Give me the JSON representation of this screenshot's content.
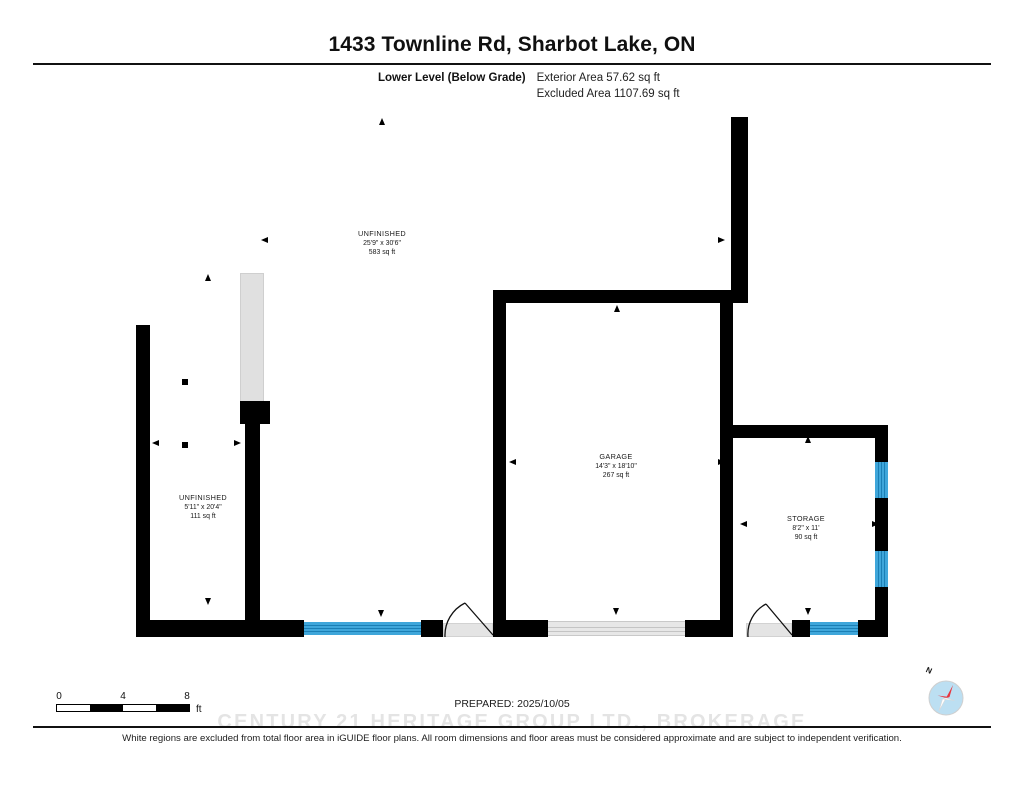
{
  "header": {
    "title": "1433 Townline Rd, Sharbot Lake, ON",
    "level_label": "Lower Level (Below Grade)",
    "exterior_area": "Exterior Area 57.62 sq ft",
    "excluded_area": "Excluded Area 1107.69 sq ft"
  },
  "rooms": [
    {
      "name": "UNFINISHED",
      "dimensions": "25'9\" x 30'6\"",
      "area": "583 sq ft"
    },
    {
      "name": "UNFINISHED",
      "dimensions": "5'11\" x 20'4\"",
      "area": "111 sq ft"
    },
    {
      "name": "GARAGE",
      "dimensions": "14'3\" x 18'10\"",
      "area": "267 sq ft"
    },
    {
      "name": "STORAGE",
      "dimensions": "8'2\" x 11'",
      "area": "90 sq ft"
    }
  ],
  "scale": {
    "ticks": [
      "0",
      "4",
      "8"
    ],
    "unit": "ft"
  },
  "footer": {
    "prepared": "PREPARED: 2025/10/05",
    "disclaimer": "White regions are excluded from total floor area in iGUIDE floor plans. All room dimensions and floor areas must be considered approximate and are subject to independent verification.",
    "watermark": "CENTURY 21 HERITAGE GROUP LTD., BROKERAGE"
  },
  "compass": {
    "north_label": "N"
  },
  "colors": {
    "wall": "#000000",
    "window": "#3fa6da",
    "door": "#e4e4e4",
    "light_wall": "#e0e0e0",
    "compass_disc": "#bcdff2",
    "compass_needle": "#e8353e"
  }
}
